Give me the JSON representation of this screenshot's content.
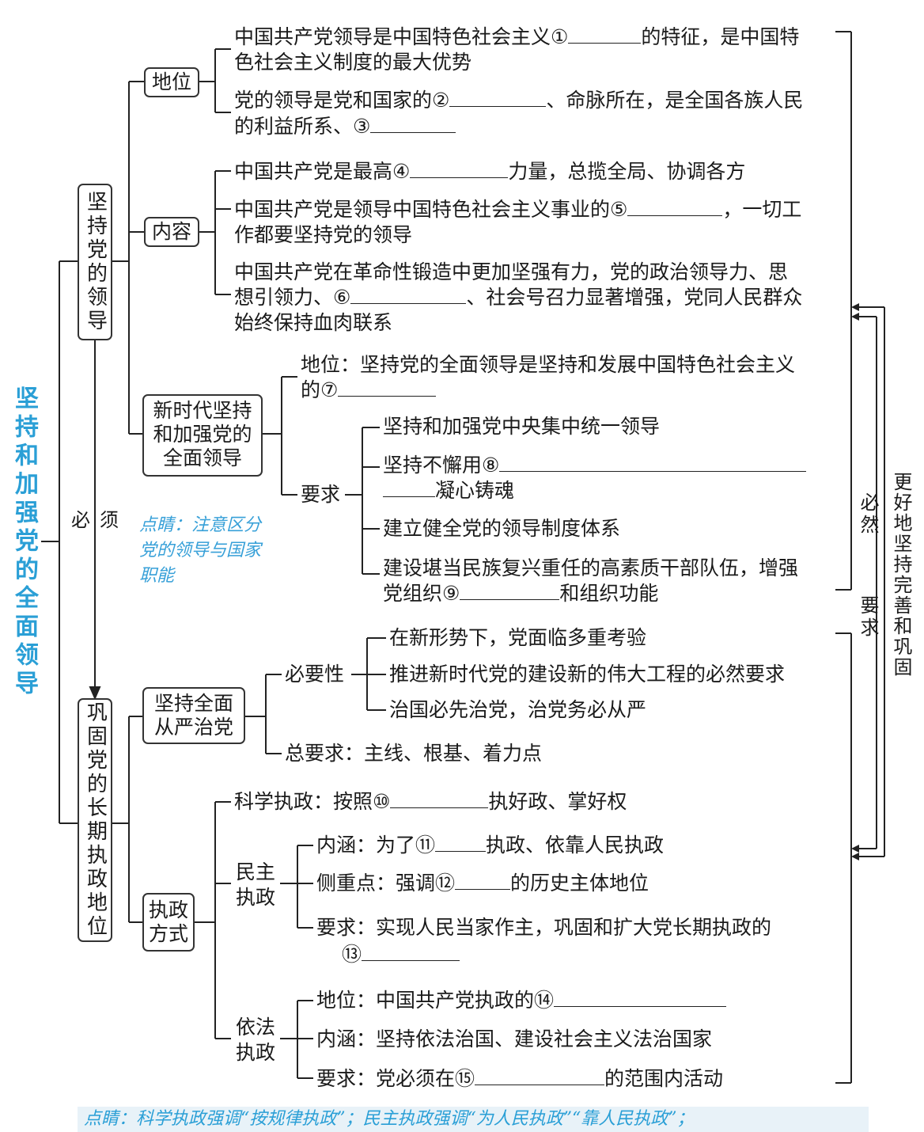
{
  "title": "坚持和加强党的全面领导",
  "must_label_1": "必",
  "must_label_2": "须",
  "right_outer": "更好地坚持完善和巩固",
  "right_inner_top": "必然",
  "right_inner_bottom": "要求",
  "note_mid": [
    "点睛：注意区分",
    "党的领导与国家",
    "职能"
  ],
  "note_bottom": "点睛：科学执政强调“按规律执政”；民主执政强调“为人民执政”“靠人民执政”；",
  "section1": {
    "title": "坚持党的领导",
    "position": {
      "label": "地位",
      "line1_a": "中国共产党领导是中国特色社会主义①",
      "line1_b": "的特征，是中国特",
      "line1_c": "色社会主义制度的最大优势",
      "line2_a": "党的领导是党和国家的②",
      "line2_b": "、命脉所在，是全国各族人民",
      "line2_c": "的利益所系、③"
    },
    "content": {
      "label": "内容",
      "line1_a": "中国共产党是最高④",
      "line1_b": "力量，总揽全局、协调各方",
      "line2_a": "中国共产党是领导中国特色社会主义事业的⑤",
      "line2_b": "，一切工",
      "line2_c": "作都要坚持党的领导",
      "line3_a": "中国共产党在革命性锻造中更加坚强有力，党的政治领导力、思",
      "line3_b": "想引领力、⑥",
      "line3_c": "、社会号召力显著增强，党同人民群众",
      "line3_d": "始终保持血肉联系"
    },
    "new_era": {
      "label_1": "新时代坚持",
      "label_2": "和加强党的",
      "label_3": "全面领导",
      "position_a": "地位：坚持党的全面领导是坚持和发展中国特色社会主义",
      "position_b": "的⑦",
      "requirement_label": "要求",
      "req1": "坚持和加强党中央集中统一领导",
      "req2_a": "坚持不懈用⑧",
      "req2_b": "凝心铸魂",
      "req3": "建立健全党的领导制度体系",
      "req4_a": "建设堪当民族复兴重任的高素质干部队伍，增强",
      "req4_b": "党组织⑨",
      "req4_c": "和组织功能"
    }
  },
  "section2": {
    "title": "巩固党的长期执政地位",
    "strict": {
      "label_1": "坚持全面",
      "label_2": "从严治党",
      "necessity_label": "必要性",
      "n1": "在新形势下，党面临多重考验",
      "n2": "推进新时代党的建设新的伟大工程的必然要求",
      "n3": "治国必先治党，治党务必从严",
      "general": "总要求：主线、根基、着力点"
    },
    "governing": {
      "label_1": "执政",
      "label_2": "方式",
      "sci_a": "科学执政：按照⑩",
      "sci_b": "执好政、掌好权",
      "democratic_1": "民主",
      "democratic_2": "执政",
      "d1_a": "内涵：为了⑪",
      "d1_b": "执政、依靠人民执政",
      "d2_a": "侧重点：强调⑫",
      "d2_b": "的历史主体地位",
      "d3_a": "要求：实现人民当家作主，巩固和扩大党长期执政的",
      "d3_b": "⑬",
      "law_1": "依法",
      "law_2": "执政",
      "l1_a": "地位：中国共产党执政的⑭",
      "l2": "内涵：坚持依法治国、建设社会主义法治国家",
      "l3_a": "要求：党必须在⑮",
      "l3_b": "的范围内活动"
    }
  }
}
